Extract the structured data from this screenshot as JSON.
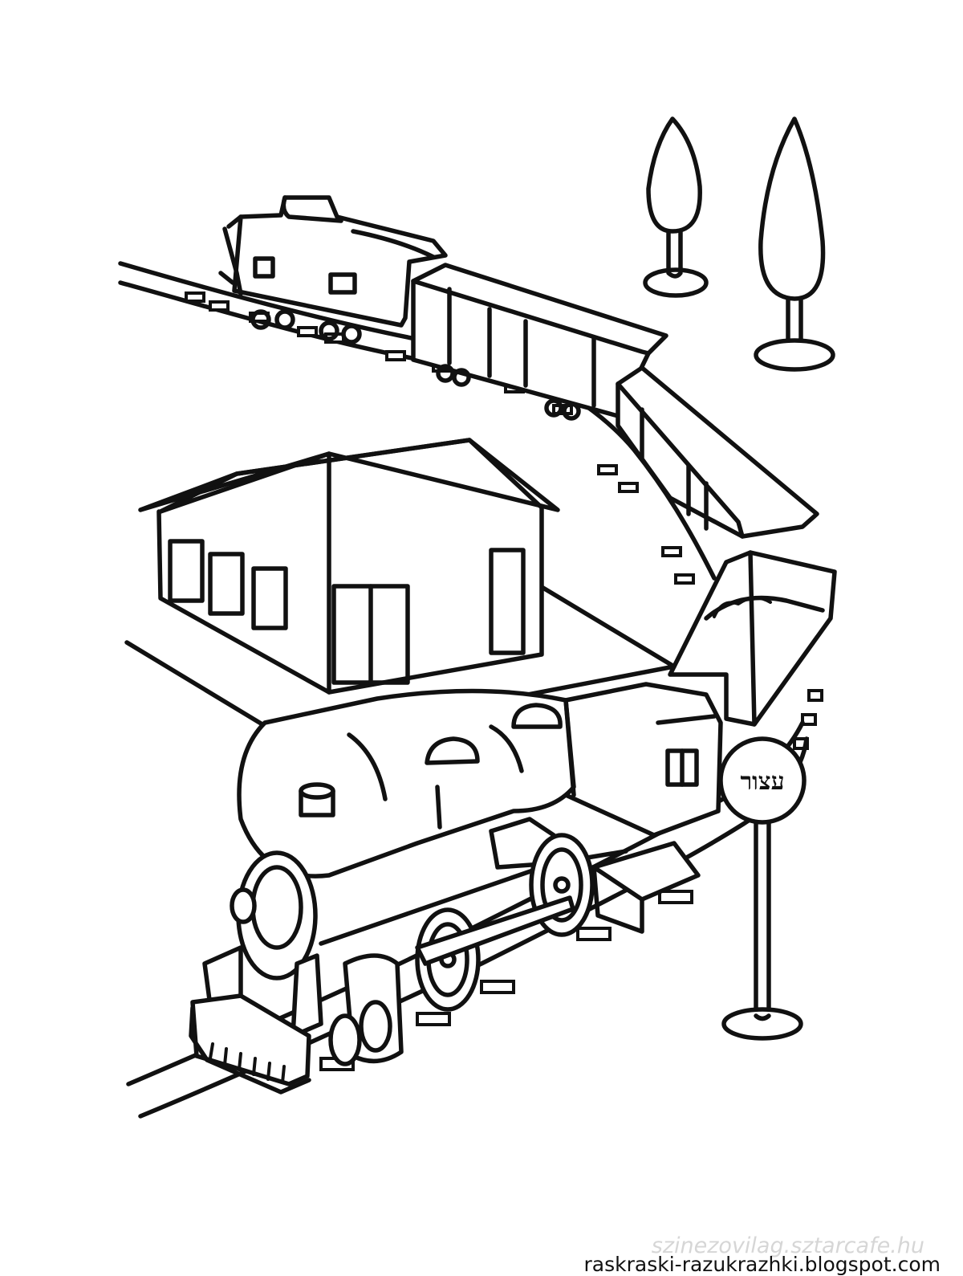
{
  "scene": {
    "description_free": true,
    "ink_color": "#111111",
    "paper_color": "#ffffff"
  },
  "sign": {
    "text": "עצור"
  },
  "watermarks": {
    "faint": "szinezovilag.sztarcafe.hu",
    "site": "raskraski-razukrazhki.blogspot.com"
  },
  "icons": [
    "steam-locomotive-icon",
    "tree-icon",
    "stop-sign-icon",
    "station-house-icon"
  ]
}
